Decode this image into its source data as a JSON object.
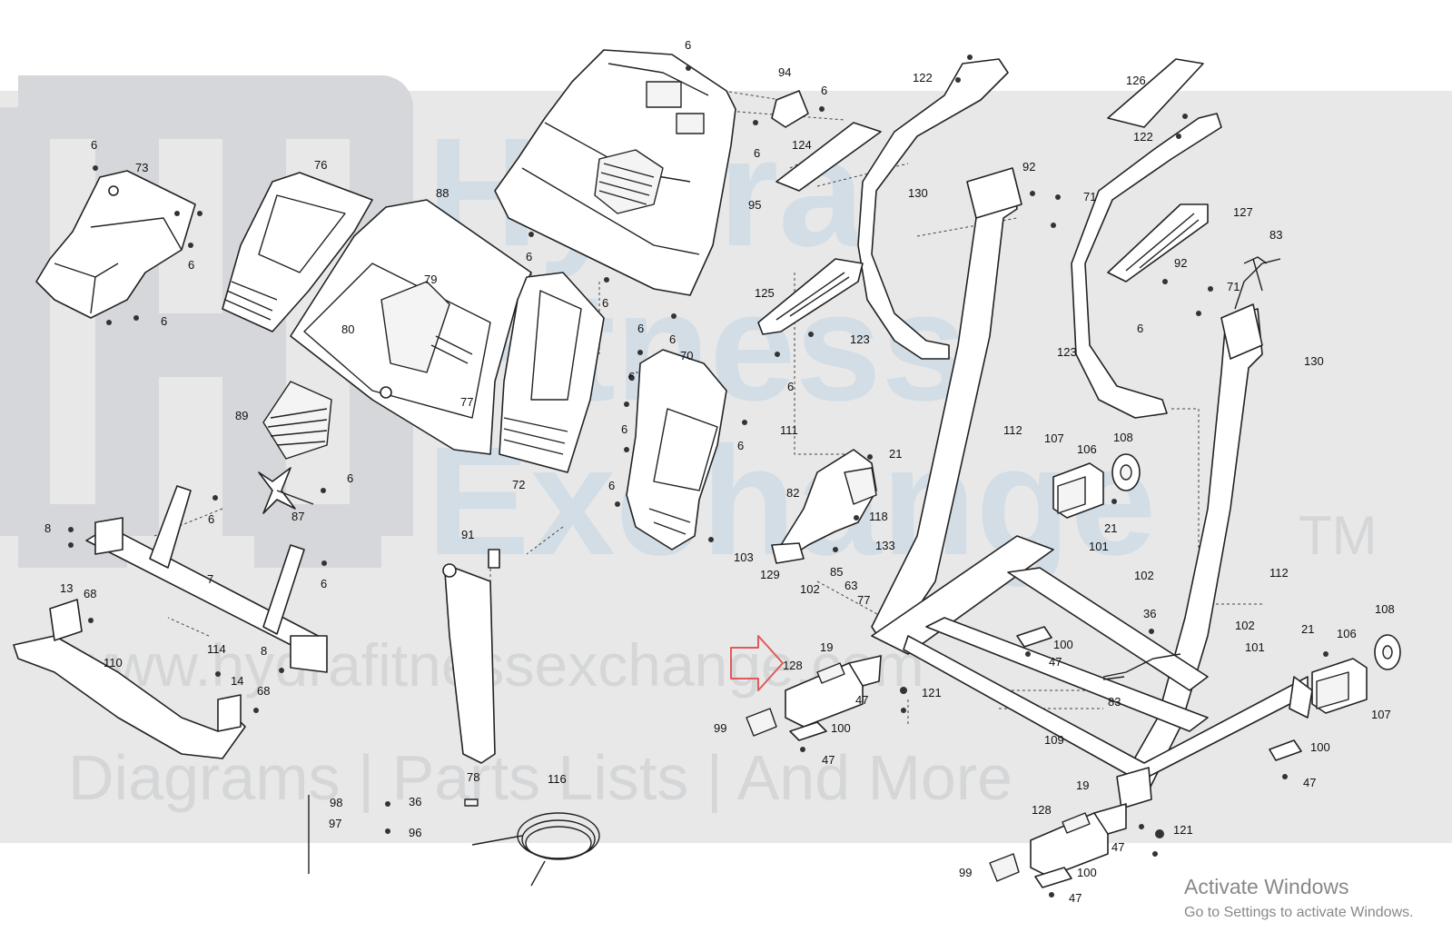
{
  "watermark": {
    "brand_line1": "Hydra",
    "brand_line2": "Fitness",
    "brand_line3": "Exchange",
    "trademark": "TM",
    "url": "www.hydrafitnessexchange.com",
    "tagline": "Diagrams | Parts Lists | And More"
  },
  "overlay": {
    "activate_title": "Activate Windows",
    "activate_subtitle": "Go to Settings to activate Windows."
  },
  "highlight": {
    "target_part": "128",
    "arrow_color": "#e05a5a"
  },
  "labels": [
    {
      "id": "l6a",
      "text": "6"
    },
    {
      "id": "l94",
      "text": "94"
    },
    {
      "id": "l6b",
      "text": "6"
    },
    {
      "id": "l6c",
      "text": "6"
    },
    {
      "id": "l124",
      "text": "124"
    },
    {
      "id": "l95",
      "text": "95"
    },
    {
      "id": "l6d",
      "text": "6"
    },
    {
      "id": "l6e",
      "text": "6"
    },
    {
      "id": "l6f",
      "text": "6"
    },
    {
      "id": "l73",
      "text": "73"
    },
    {
      "id": "l6g",
      "text": "6"
    },
    {
      "id": "l6h",
      "text": "6"
    },
    {
      "id": "l76",
      "text": "76"
    },
    {
      "id": "l88",
      "text": "88"
    },
    {
      "id": "l79",
      "text": "79"
    },
    {
      "id": "l80",
      "text": "80"
    },
    {
      "id": "l77a",
      "text": "77"
    },
    {
      "id": "l89",
      "text": "89"
    },
    {
      "id": "l72",
      "text": "72"
    },
    {
      "id": "l6i",
      "text": "6"
    },
    {
      "id": "l6j",
      "text": "6"
    },
    {
      "id": "l70",
      "text": "70"
    },
    {
      "id": "l6k",
      "text": "6"
    },
    {
      "id": "l6l",
      "text": "6"
    },
    {
      "id": "l6m",
      "text": "6"
    },
    {
      "id": "l6n",
      "text": "6"
    },
    {
      "id": "l6o",
      "text": "6"
    },
    {
      "id": "l87",
      "text": "87"
    },
    {
      "id": "l6p",
      "text": "6"
    },
    {
      "id": "l8a",
      "text": "8"
    },
    {
      "id": "l6q",
      "text": "6"
    },
    {
      "id": "l7",
      "text": "7"
    },
    {
      "id": "l13",
      "text": "13"
    },
    {
      "id": "l68a",
      "text": "68"
    },
    {
      "id": "l110",
      "text": "110"
    },
    {
      "id": "l114",
      "text": "114"
    },
    {
      "id": "l8b",
      "text": "8"
    },
    {
      "id": "l14",
      "text": "14"
    },
    {
      "id": "l68b",
      "text": "68"
    },
    {
      "id": "l91",
      "text": "91"
    },
    {
      "id": "l98",
      "text": "98"
    },
    {
      "id": "l97",
      "text": "97"
    },
    {
      "id": "l36a",
      "text": "36"
    },
    {
      "id": "l96",
      "text": "96"
    },
    {
      "id": "l78",
      "text": "78"
    },
    {
      "id": "l116",
      "text": "116"
    },
    {
      "id": "l122a",
      "text": "122"
    },
    {
      "id": "l126",
      "text": "126"
    },
    {
      "id": "l122b",
      "text": "122"
    },
    {
      "id": "l130a",
      "text": "130"
    },
    {
      "id": "l92a",
      "text": "92"
    },
    {
      "id": "l71a",
      "text": "71"
    },
    {
      "id": "l127",
      "text": "127"
    },
    {
      "id": "l83a",
      "text": "83"
    },
    {
      "id": "l125",
      "text": "125"
    },
    {
      "id": "l92b",
      "text": "92"
    },
    {
      "id": "l71b",
      "text": "71"
    },
    {
      "id": "l6r",
      "text": "6"
    },
    {
      "id": "l123a",
      "text": "123"
    },
    {
      "id": "l123b",
      "text": "123"
    },
    {
      "id": "l130b",
      "text": "130"
    },
    {
      "id": "l6s",
      "text": "6"
    },
    {
      "id": "l111",
      "text": "111"
    },
    {
      "id": "l21a",
      "text": "21"
    },
    {
      "id": "l112a",
      "text": "112"
    },
    {
      "id": "l107a",
      "text": "107"
    },
    {
      "id": "l106a",
      "text": "106"
    },
    {
      "id": "l108a",
      "text": "108"
    },
    {
      "id": "l82",
      "text": "82"
    },
    {
      "id": "l118",
      "text": "118"
    },
    {
      "id": "l21b",
      "text": "21"
    },
    {
      "id": "l103",
      "text": "103"
    },
    {
      "id": "l133",
      "text": "133"
    },
    {
      "id": "l129",
      "text": "129"
    },
    {
      "id": "l85",
      "text": "85"
    },
    {
      "id": "l63",
      "text": "63"
    },
    {
      "id": "l102a",
      "text": "102"
    },
    {
      "id": "l77b",
      "text": "77"
    },
    {
      "id": "l101a",
      "text": "101"
    },
    {
      "id": "l102b",
      "text": "102"
    },
    {
      "id": "l112b",
      "text": "112"
    },
    {
      "id": "l36b",
      "text": "36"
    },
    {
      "id": "l108b",
      "text": "108"
    },
    {
      "id": "l128a",
      "text": "128"
    },
    {
      "id": "l19a",
      "text": "19"
    },
    {
      "id": "l100a",
      "text": "100"
    },
    {
      "id": "l47a",
      "text": "47"
    },
    {
      "id": "l102c",
      "text": "102"
    },
    {
      "id": "l21c",
      "text": "21"
    },
    {
      "id": "l106b",
      "text": "106"
    },
    {
      "id": "l101b",
      "text": "101"
    },
    {
      "id": "l47b",
      "text": "47"
    },
    {
      "id": "l121a",
      "text": "121"
    },
    {
      "id": "l83b",
      "text": "83"
    },
    {
      "id": "l99a",
      "text": "99"
    },
    {
      "id": "l100b",
      "text": "100"
    },
    {
      "id": "l47c",
      "text": "47"
    },
    {
      "id": "l109",
      "text": "109"
    },
    {
      "id": "l107b",
      "text": "107"
    },
    {
      "id": "l100c",
      "text": "100"
    },
    {
      "id": "l47d",
      "text": "47"
    },
    {
      "id": "l19b",
      "text": "19"
    },
    {
      "id": "l128b",
      "text": "128"
    },
    {
      "id": "l121b",
      "text": "121"
    },
    {
      "id": "l47e",
      "text": "47"
    },
    {
      "id": "l99b",
      "text": "99"
    },
    {
      "id": "l100d",
      "text": "100"
    },
    {
      "id": "l47f",
      "text": "47"
    }
  ]
}
